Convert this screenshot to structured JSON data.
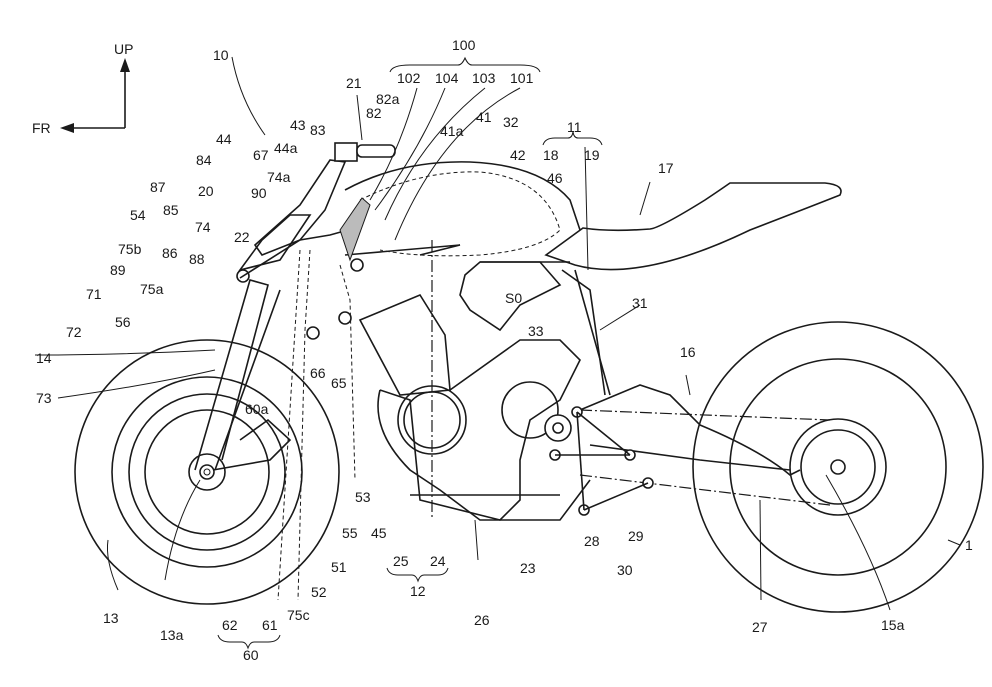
{
  "figure": {
    "type": "patent-drawing",
    "subject": "motorcycle side view",
    "direction_indicator": {
      "up_label": "UP",
      "front_label": "FR"
    },
    "labels": [
      {
        "id": "10",
        "text": "10"
      },
      {
        "id": "100",
        "text": "100"
      },
      {
        "id": "101",
        "text": "101"
      },
      {
        "id": "102",
        "text": "102"
      },
      {
        "id": "103",
        "text": "103"
      },
      {
        "id": "104",
        "text": "104"
      },
      {
        "id": "21",
        "text": "21"
      },
      {
        "id": "82a",
        "text": "82a"
      },
      {
        "id": "82",
        "text": "82"
      },
      {
        "id": "43",
        "text": "43"
      },
      {
        "id": "83",
        "text": "83"
      },
      {
        "id": "44",
        "text": "44"
      },
      {
        "id": "44a",
        "text": "44a"
      },
      {
        "id": "67",
        "text": "67"
      },
      {
        "id": "84",
        "text": "84"
      },
      {
        "id": "74a",
        "text": "74a"
      },
      {
        "id": "87",
        "text": "87"
      },
      {
        "id": "90",
        "text": "90"
      },
      {
        "id": "20",
        "text": "20"
      },
      {
        "id": "85",
        "text": "85"
      },
      {
        "id": "54",
        "text": "54"
      },
      {
        "id": "74",
        "text": "74"
      },
      {
        "id": "22",
        "text": "22"
      },
      {
        "id": "75b",
        "text": "75b"
      },
      {
        "id": "86",
        "text": "86"
      },
      {
        "id": "88",
        "text": "88"
      },
      {
        "id": "89",
        "text": "89"
      },
      {
        "id": "75a",
        "text": "75a"
      },
      {
        "id": "71",
        "text": "71"
      },
      {
        "id": "56",
        "text": "56"
      },
      {
        "id": "72",
        "text": "72"
      },
      {
        "id": "14",
        "text": "14"
      },
      {
        "id": "73",
        "text": "73"
      },
      {
        "id": "41",
        "text": "41"
      },
      {
        "id": "41a",
        "text": "41a"
      },
      {
        "id": "32",
        "text": "32"
      },
      {
        "id": "42",
        "text": "42"
      },
      {
        "id": "18",
        "text": "18"
      },
      {
        "id": "46",
        "text": "46"
      },
      {
        "id": "11",
        "text": "11"
      },
      {
        "id": "19",
        "text": "19"
      },
      {
        "id": "17",
        "text": "17"
      },
      {
        "id": "S0",
        "text": "S0"
      },
      {
        "id": "31",
        "text": "31"
      },
      {
        "id": "33",
        "text": "33"
      },
      {
        "id": "16",
        "text": "16"
      },
      {
        "id": "66",
        "text": "66"
      },
      {
        "id": "65",
        "text": "65"
      },
      {
        "id": "60a",
        "text": "60a"
      },
      {
        "id": "53",
        "text": "53"
      },
      {
        "id": "55",
        "text": "55"
      },
      {
        "id": "45",
        "text": "45"
      },
      {
        "id": "51",
        "text": "51"
      },
      {
        "id": "52",
        "text": "52"
      },
      {
        "id": "75c",
        "text": "75c"
      },
      {
        "id": "61",
        "text": "61"
      },
      {
        "id": "62",
        "text": "62"
      },
      {
        "id": "60",
        "text": "60"
      },
      {
        "id": "13",
        "text": "13"
      },
      {
        "id": "13a",
        "text": "13a"
      },
      {
        "id": "25",
        "text": "25"
      },
      {
        "id": "24",
        "text": "24"
      },
      {
        "id": "12",
        "text": "12"
      },
      {
        "id": "26",
        "text": "26"
      },
      {
        "id": "23",
        "text": "23"
      },
      {
        "id": "28",
        "text": "28"
      },
      {
        "id": "29",
        "text": "29"
      },
      {
        "id": "30",
        "text": "30"
      },
      {
        "id": "27",
        "text": "27"
      },
      {
        "id": "15a",
        "text": "15a"
      },
      {
        "id": "15",
        "text": "1"
      }
    ]
  }
}
